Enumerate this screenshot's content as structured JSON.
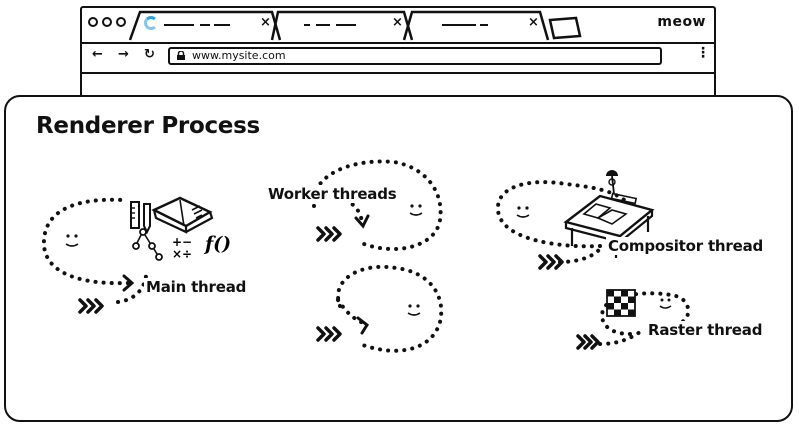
{
  "browser": {
    "name": "meow",
    "url": "www.mysite.com",
    "tabs": [
      {
        "state": "loading"
      },
      {
        "state": "idle"
      },
      {
        "state": "idle"
      }
    ]
  },
  "panel": {
    "title": "Renderer Process"
  },
  "threads": {
    "main": "Main thread",
    "worker": "Worker threads",
    "compositor": "Compositor thread",
    "raster": "Raster thread"
  }
}
